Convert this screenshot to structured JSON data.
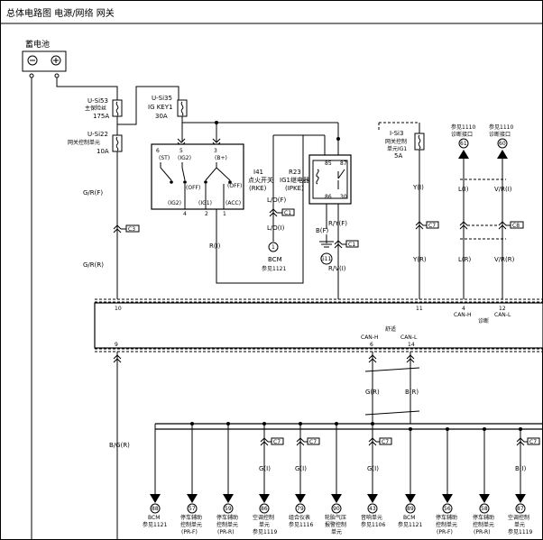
{
  "header": {
    "title": "总体电路图 电源/网络 网关"
  },
  "battery": {
    "label": "蓄电池"
  },
  "fuses": [
    {
      "id": "U-Si53",
      "line2": "主保险丝",
      "rating": "175A"
    },
    {
      "id": "U-Si35",
      "line2": "IG KEY1",
      "rating": "30A"
    },
    {
      "id": "U-Si22",
      "line2": "网关控制单元",
      "rating": "10A"
    },
    {
      "id": "I-Si3",
      "line2": "网关控制",
      "line3": "单元IG1",
      "rating": "5A"
    }
  ],
  "ignition_switch": {
    "title1": "I41",
    "title2": "点火开关",
    "title3": "(RKE)",
    "pins_top": [
      "6",
      "5",
      "3"
    ],
    "pos_top": [
      "(ST)",
      "(IG2)",
      "(B+)"
    ],
    "pos_bot": [
      "(IG2)",
      "(IG1)",
      "(ACC)"
    ],
    "pins_bot": [
      "4",
      "2",
      "1"
    ],
    "off1": "(OFF)",
    "off2": "(OFF)"
  },
  "relay": {
    "title1": "R23",
    "title2": "IG1继电器",
    "title3": "(IPKE)",
    "pins": [
      "85",
      "87",
      "86",
      "30"
    ]
  },
  "wires": {
    "gr_f": "G/R(F)",
    "gr_r": "G/R(R)",
    "ri": "R(I)",
    "lof": "L/O(F)",
    "loi": "L/O(I)",
    "bf": "B(F)",
    "ryf": "R/Y(F)",
    "rvi": "R/V(I)",
    "yi": "Y(I)",
    "yr": "Y(R)",
    "li": "L(I)",
    "lr": "L(R)",
    "vri": "V/R(I)",
    "vrr": "V/R(R)",
    "bgr": "B/G(R)",
    "gr2": "G(R)",
    "br2": "B(R)",
    "gi1": "G(I)",
    "gi2": "G(I)",
    "gi3": "G(I)",
    "bi": "B(I)"
  },
  "connectors": {
    "c3": "C3",
    "c1a": "C1",
    "c1b": "C1",
    "c7a": "C7",
    "c8": "C8",
    "c7b": "C7",
    "c7c": "C7",
    "c7d": "C7",
    "c7e": "C7"
  },
  "refs": {
    "bcm_top_num": "1",
    "bcm_top_l1": "BCM",
    "bcm_top_l2": "参见1121",
    "g11": "G11",
    "diag1_l1": "参见1110",
    "diag1_l2": "诊断接口",
    "diag1_num": "61",
    "diag2_l1": "参见1110",
    "diag2_l2": "诊断接口",
    "diag2_num": "60"
  },
  "module": {
    "pin_10": "10",
    "pin_11": "11",
    "pin_4": "4",
    "pin_12": "12",
    "canh_top": "CAN-H",
    "canl_top": "CAN-L",
    "diag": "诊断",
    "comfort": "舒适",
    "canh_bot": "CAN-H",
    "canl_bot": "CAN-L",
    "pin_9": "9",
    "pin_6": "6",
    "pin_14": "14"
  },
  "bottom_modules": [
    {
      "num": "88",
      "l1": "BCM",
      "l2": "参见1121",
      "l3": ""
    },
    {
      "num": "57",
      "l1": "停车辅助",
      "l2": "控制单元",
      "l3": "(PR-F)"
    },
    {
      "num": "59",
      "l1": "停车辅助",
      "l2": "控制单元",
      "l3": "(PR-R)"
    },
    {
      "num": "86",
      "l1": "空调控制",
      "l2": "单元",
      "l3": "参见1119"
    },
    {
      "num": "79",
      "l1": "组合仪表",
      "l2": "参见1116",
      "l3": ""
    },
    {
      "num": "90",
      "l1": "轮胎气压",
      "l2": "报警控制",
      "l3": "单元"
    },
    {
      "num": "43",
      "l1": "音响单元",
      "l2": "参见1106",
      "l3": ""
    },
    {
      "num": "89",
      "l1": "BCM",
      "l2": "参见1121",
      "l3": ""
    },
    {
      "num": "56",
      "l1": "停车辅助",
      "l2": "控制单元",
      "l3": "(PR-F)"
    },
    {
      "num": "58",
      "l1": "停车辅助",
      "l2": "控制单元",
      "l3": "(PR-R)"
    },
    {
      "num": "87",
      "l1": "空调控制",
      "l2": "单元",
      "l3": "参见1119"
    }
  ]
}
